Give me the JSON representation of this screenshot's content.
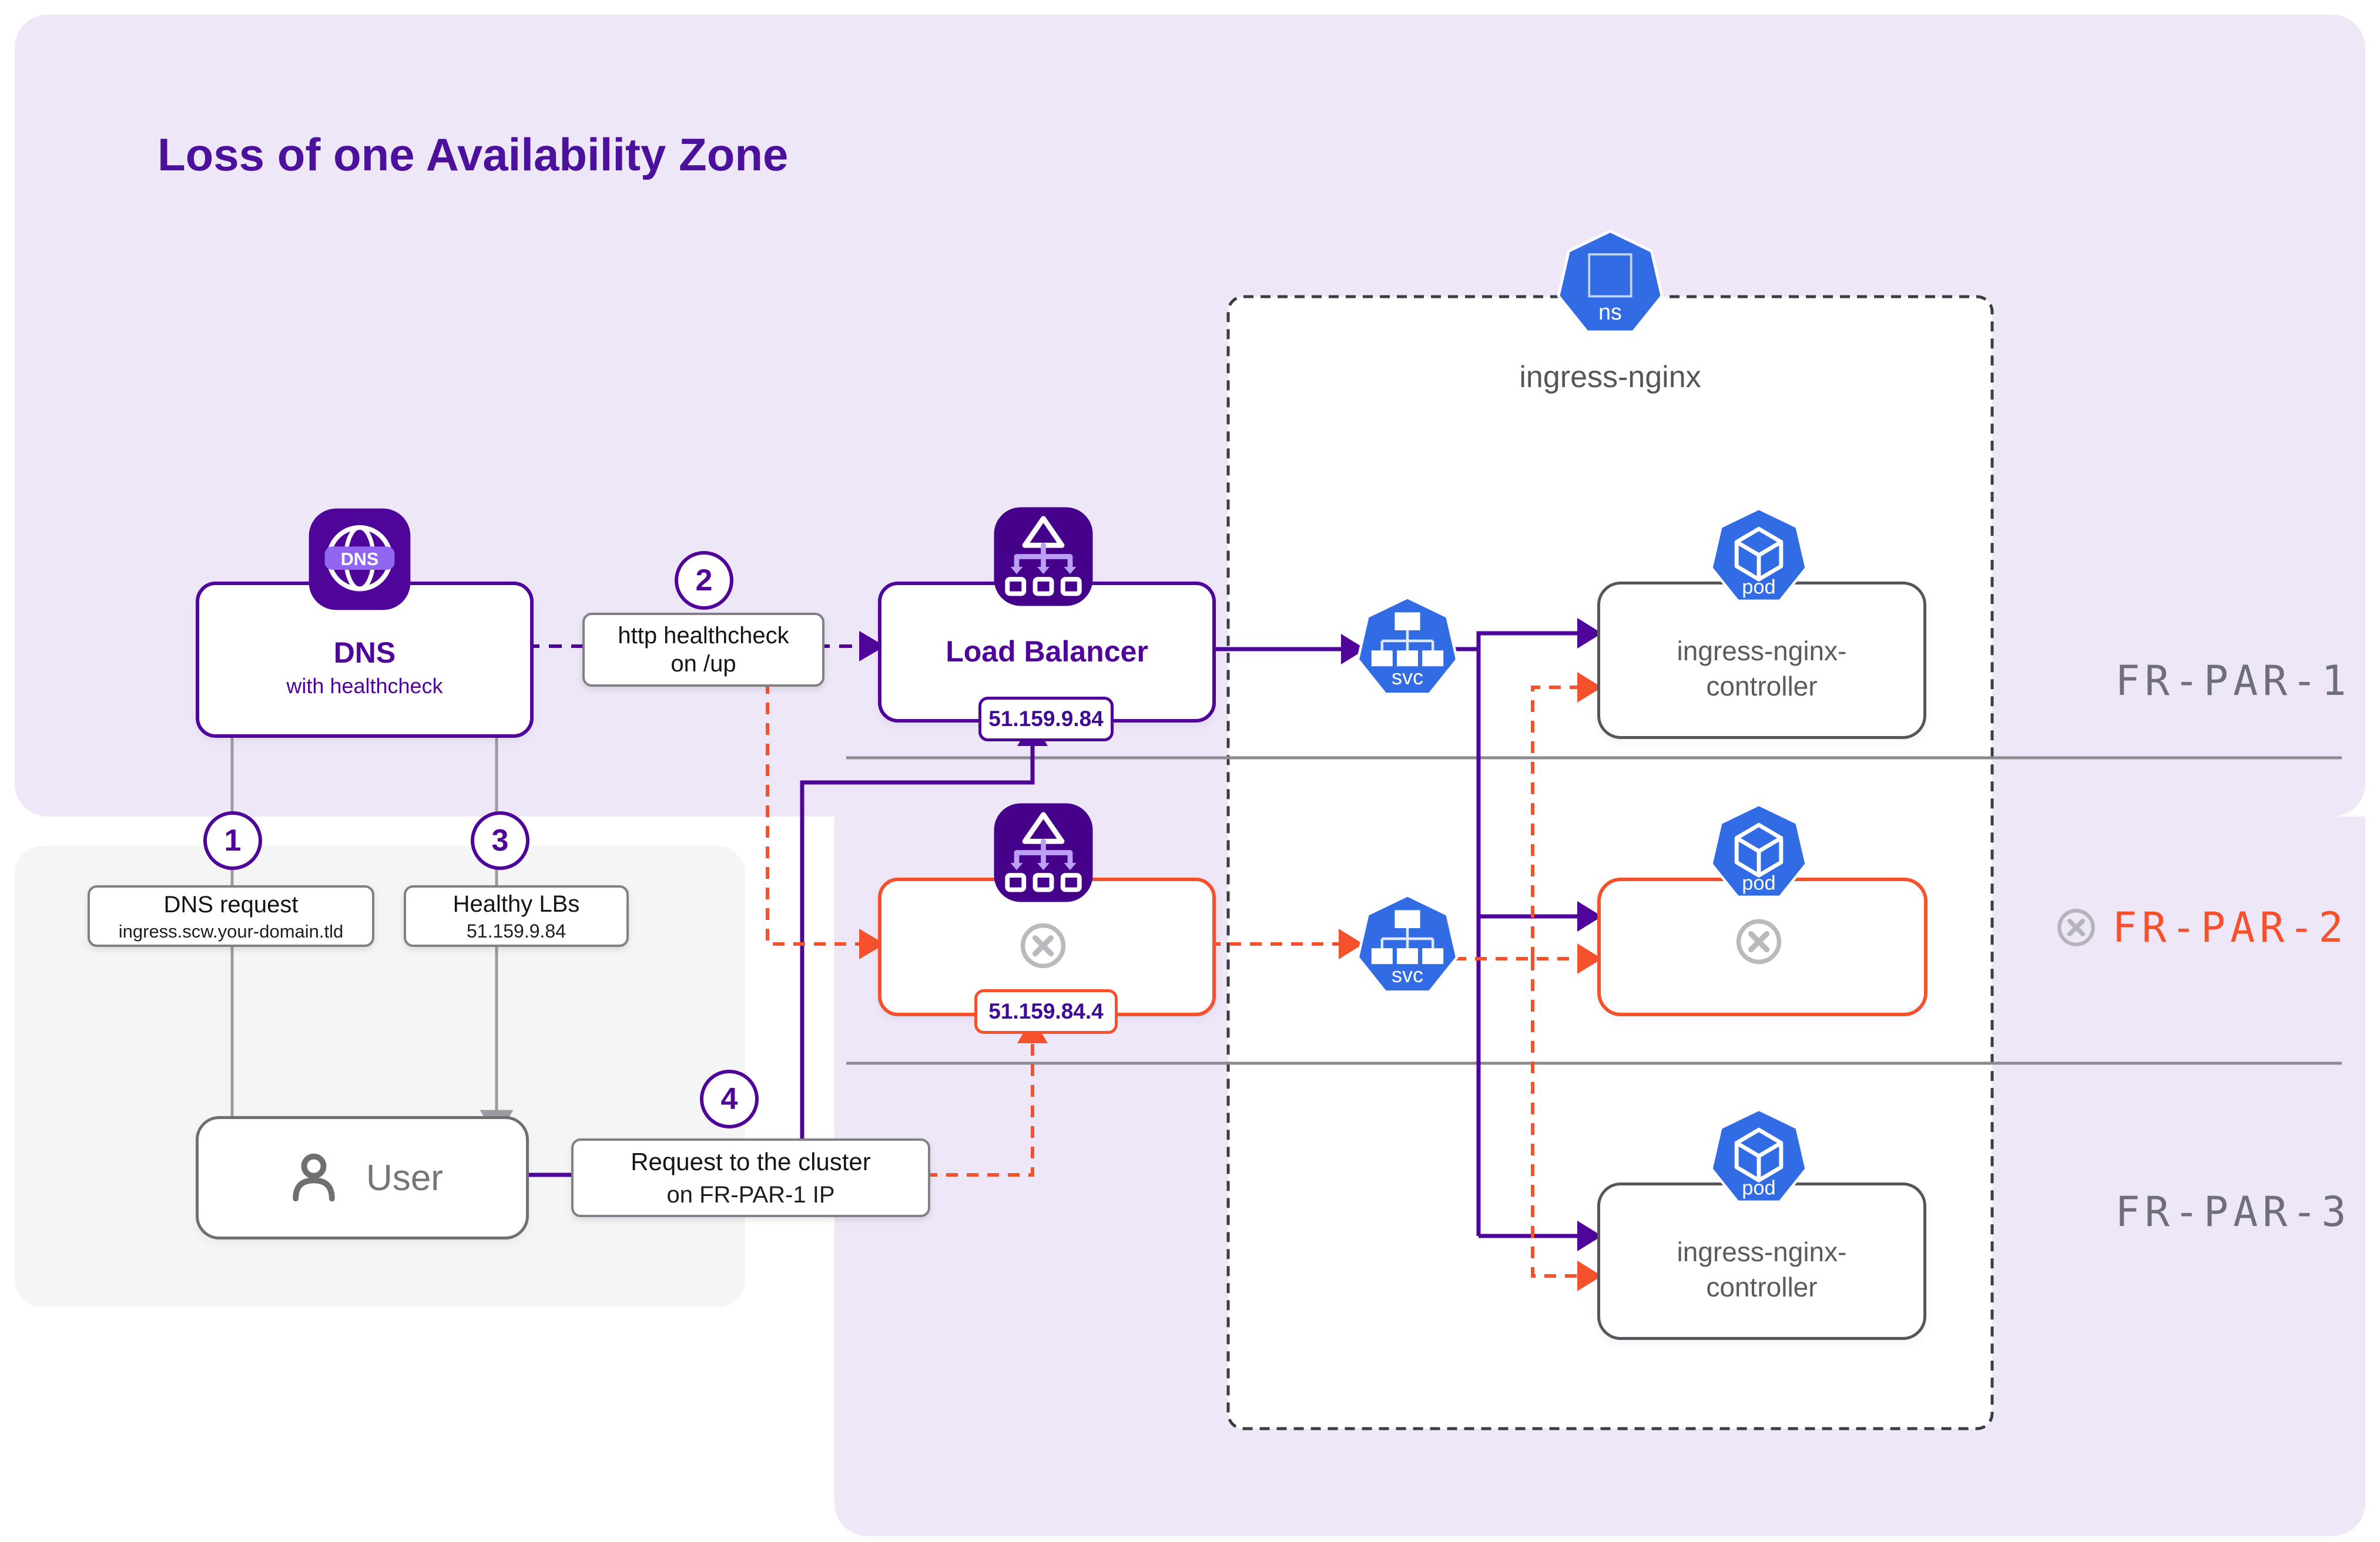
{
  "title": "Loss of one Availability Zone",
  "namespace": {
    "name": "ingress-nginx"
  },
  "kube": {
    "ns_label": "ns",
    "svc_label": "svc",
    "pod_label": "pod"
  },
  "zones": [
    {
      "id": "FR-PAR-1",
      "status": "healthy"
    },
    {
      "id": "FR-PAR-2",
      "status": "down"
    },
    {
      "id": "FR-PAR-3",
      "status": "healthy"
    }
  ],
  "nodes": {
    "dns": {
      "title": "DNS",
      "subtitle": "with healthcheck",
      "icon_band": "DNS"
    },
    "load_balancer": {
      "title": "Load Balancer",
      "ip": "51.159.9.84"
    },
    "load_balancer_failed": {
      "ip": "51.159.84.4"
    },
    "user": {
      "title": "User"
    },
    "controller_1": {
      "line1": "ingress-nginx-",
      "line2": "controller"
    },
    "controller_2": {
      "line1": "",
      "line2": ""
    },
    "controller_3": {
      "line1": "ingress-nginx-",
      "line2": "controller"
    }
  },
  "steps": [
    {
      "num": "1",
      "line1": "DNS request",
      "line2": "ingress.scw.your-domain.tld"
    },
    {
      "num": "2",
      "line1": "http healthcheck",
      "line2": "on /up"
    },
    {
      "num": "3",
      "line1": "Healthy LBs",
      "line2": "51.159.9.84"
    },
    {
      "num": "4",
      "line1": "Request to the cluster",
      "line2": "on FR-PAR-1 IP"
    }
  ],
  "colors": {
    "brand_purple": "#4F0599",
    "panel_purple": "#EDE7F8",
    "alert_orange": "#F5512D",
    "kubernetes_blue": "#326CE5",
    "zone_gray": "#6F6F7A"
  }
}
